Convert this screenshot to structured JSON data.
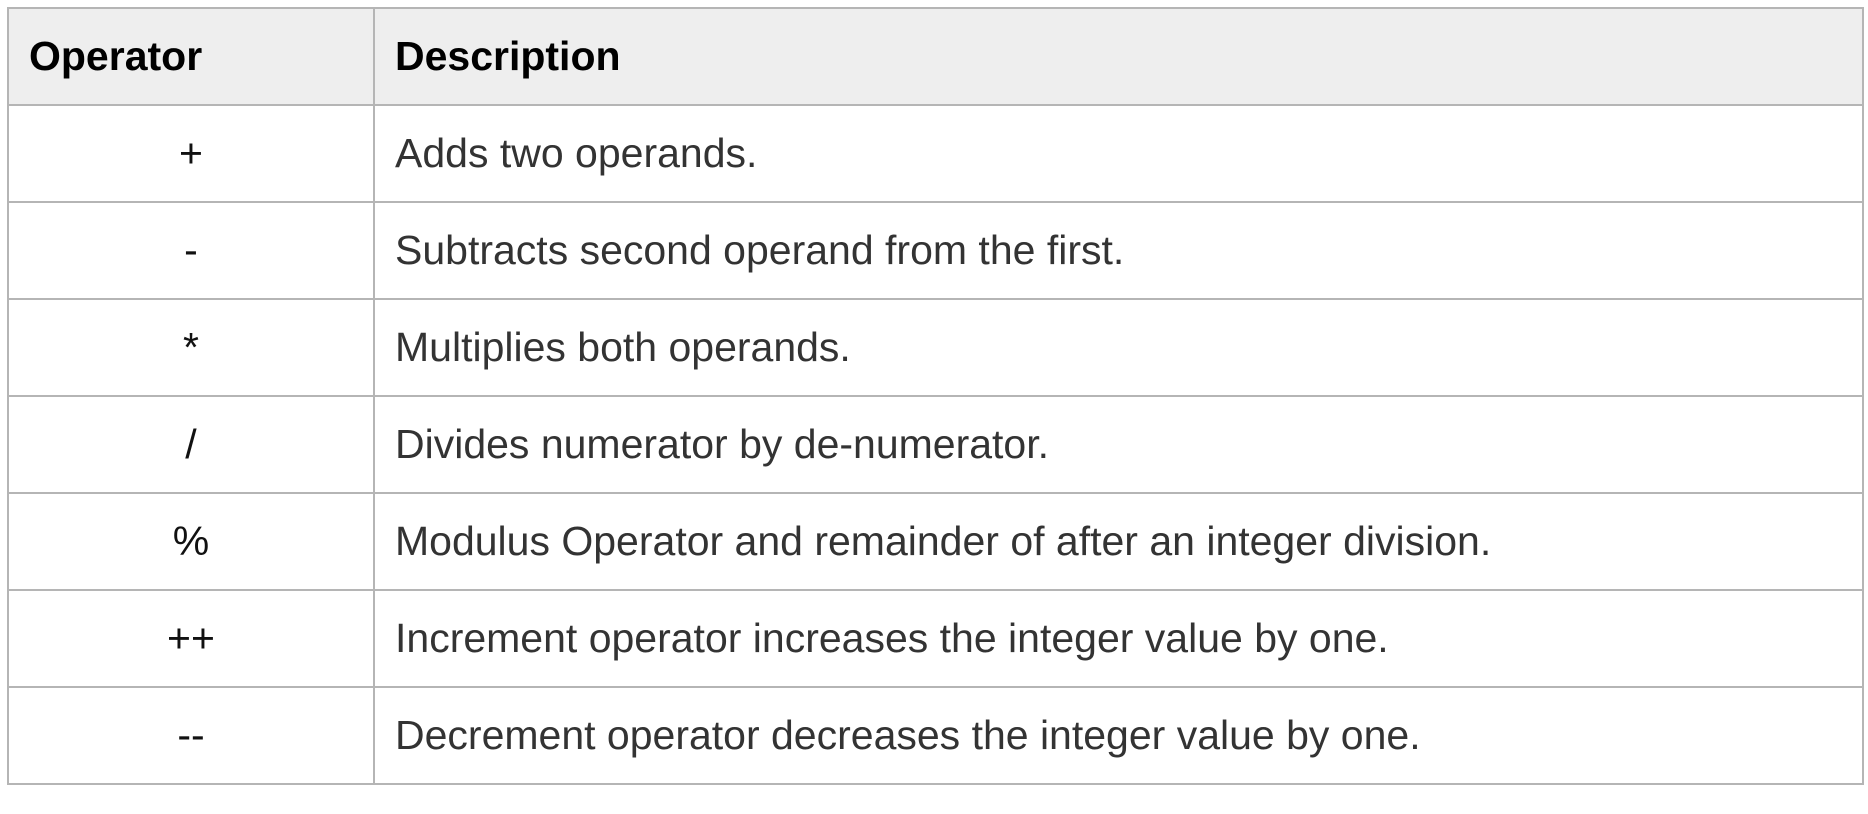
{
  "table": {
    "headers": {
      "operator": "Operator",
      "description": "Description"
    },
    "rows": [
      {
        "operator": "+",
        "description": "Adds two operands."
      },
      {
        "operator": "-",
        "description": "Subtracts second operand from the first."
      },
      {
        "operator": "*",
        "description": "Multiplies both operands."
      },
      {
        "operator": "/",
        "description": "Divides numerator by de-numerator."
      },
      {
        "operator": "%",
        "description": "Modulus Operator and remainder of after an integer division."
      },
      {
        "operator": "++",
        "description": "Increment operator increases the integer value by one."
      },
      {
        "operator": "--",
        "description": "Decrement operator decreases the integer value by one."
      }
    ]
  },
  "colors": {
    "header_background": "#eeeeee",
    "border": "#b5b5b5",
    "text": "#333333"
  }
}
